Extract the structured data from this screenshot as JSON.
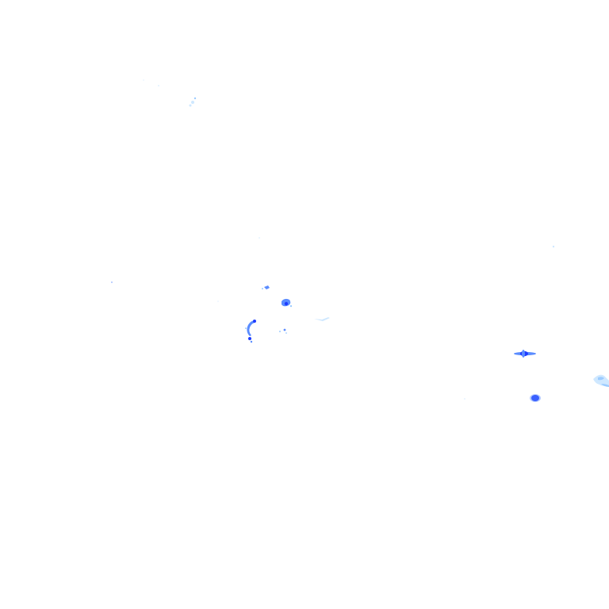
{
  "layer": {
    "kind": "precipitation-radar-overlay",
    "background": "#ffffff",
    "intensity_colors": {
      "very_light": "#cfe8ff",
      "light": "#9cccff",
      "moderate": "#5a8cff",
      "heavy": "#1f3cff"
    }
  },
  "echo_groups": [
    {
      "name": "radar-echo-northwest",
      "intensity": "very_light"
    },
    {
      "name": "radar-echo-central-cluster",
      "intensity": "moderate"
    },
    {
      "name": "radar-echo-central-arc",
      "intensity": "heavy"
    },
    {
      "name": "radar-echo-east-streak",
      "intensity": "heavy"
    },
    {
      "name": "radar-echo-east-cell",
      "intensity": "heavy"
    },
    {
      "name": "radar-echo-far-east",
      "intensity": "light"
    }
  ]
}
